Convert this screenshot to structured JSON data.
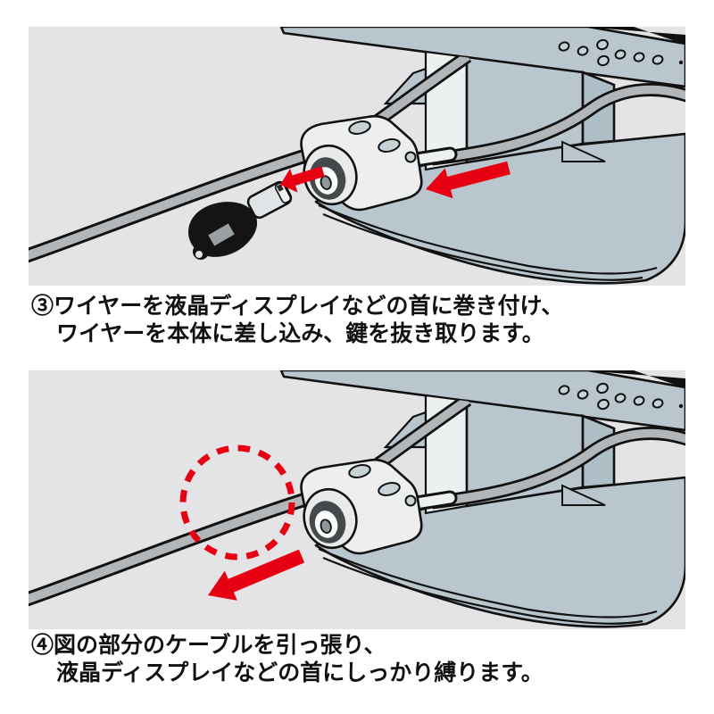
{
  "colors": {
    "page_bg": "#ffffff",
    "panel_bg": "#e4e4e6",
    "device": "#b9c6cd",
    "device_shade": "#adbec6",
    "highlight_face": "#edf0f1",
    "outline": "#111111",
    "cable": "#b3b6b8",
    "cable_sleeve": "#edf0f0",
    "lock_body": "#edefef",
    "hole_fill": "#c7d2d7",
    "key_black": "#141414",
    "accent_red": "#e60012"
  },
  "steps": {
    "step3": {
      "line1": "③ワイヤーを液晶ディスプレイなどの首に巻き付け、",
      "line2": "ワイヤーを本体に差し込み、鍵を抜き取ります。"
    },
    "step4": {
      "line1": "④図の部分のケーブルを引っ張り、",
      "line2": "液晶ディスプレイなどの首にしっかり縛ります。"
    }
  }
}
